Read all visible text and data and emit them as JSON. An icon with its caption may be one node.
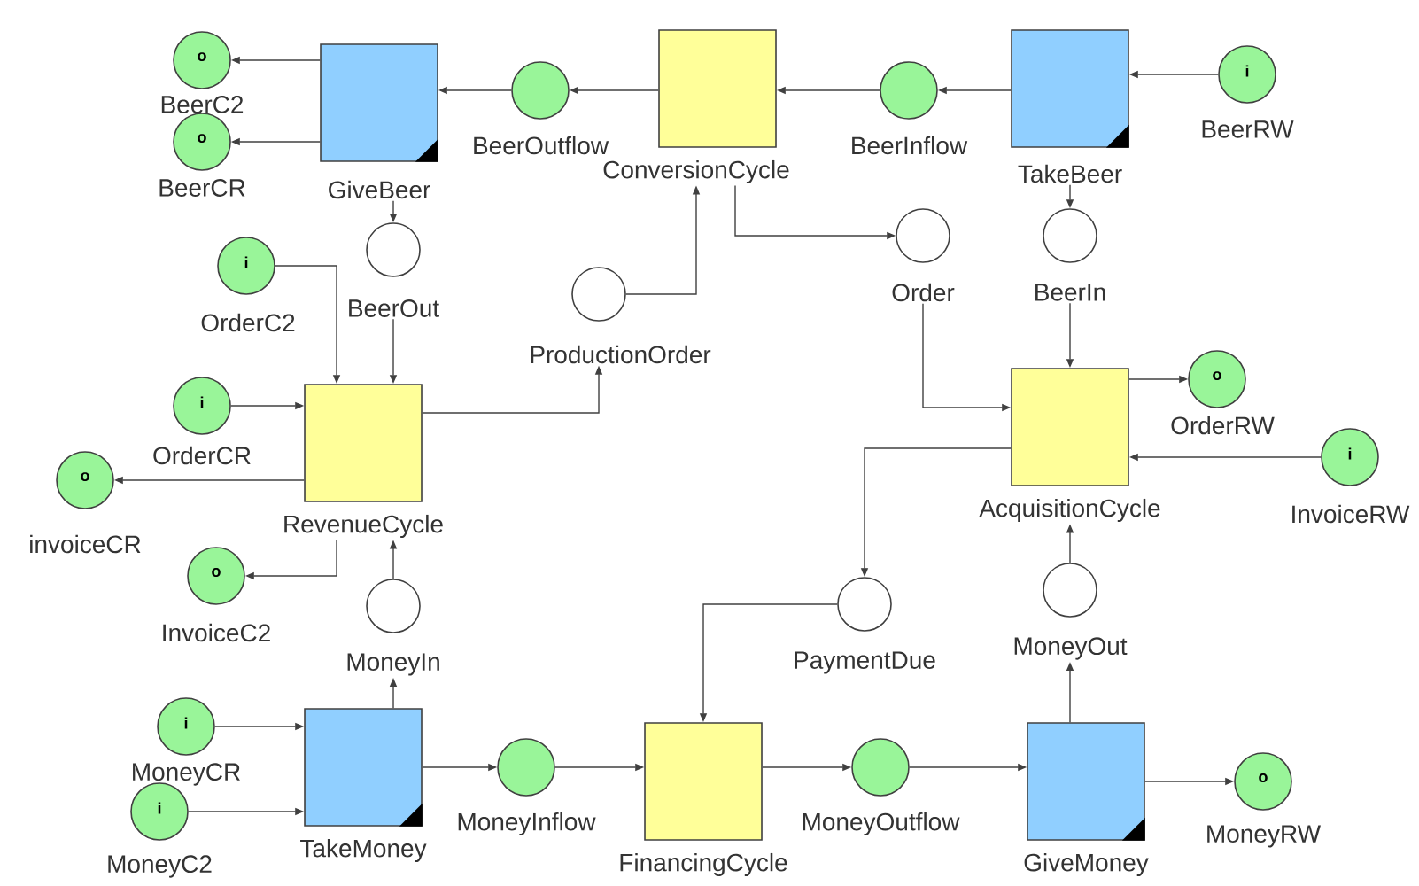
{
  "diagram": {
    "nodes": [
      {
        "text": [
          "GiveBeer"
        ]
      },
      {
        "text": [
          "BeerOutflow"
        ]
      },
      {
        "text": [
          "ConversionCycle"
        ]
      },
      {
        "text": [
          "BeerInflow"
        ]
      },
      {
        "text": [
          "TakeBeer"
        ]
      },
      {
        "text": [
          "i",
          "BeerRW"
        ]
      },
      {
        "text": [
          "o",
          "BeerC2"
        ]
      },
      {
        "text": [
          "o",
          "BeerCR"
        ]
      },
      {
        "text": [
          "BeerOut"
        ]
      },
      {
        "text": [
          "i",
          "OrderC2"
        ]
      },
      {
        "text": [
          "ProductionOrder"
        ]
      },
      {
        "text": [
          "Order"
        ]
      },
      {
        "text": [
          "BeerIn"
        ]
      },
      {
        "text": [
          "i",
          "OrderCR"
        ]
      },
      {
        "text": [
          "RevenueCycle"
        ]
      },
      {
        "text": [
          "o",
          "invoiceCR"
        ]
      },
      {
        "text": [
          "o",
          "InvoiceC2"
        ]
      },
      {
        "text": [
          "MoneyIn"
        ]
      },
      {
        "text": [
          "AcquisitionCycle"
        ]
      },
      {
        "text": [
          "o",
          "OrderRW"
        ]
      },
      {
        "text": [
          "i",
          "InvoiceRW"
        ]
      },
      {
        "text": [
          "PaymentDue"
        ]
      },
      {
        "text": [
          "MoneyOut"
        ]
      },
      {
        "text": [
          "i",
          "MoneyCR"
        ]
      },
      {
        "text": [
          "i",
          "MoneyC2"
        ]
      },
      {
        "text": [
          "TakeMoney"
        ]
      },
      {
        "text": [
          "MoneyInflow"
        ]
      },
      {
        "text": [
          "FinancingCycle"
        ]
      },
      {
        "text": [
          "MoneyOutflow"
        ]
      },
      {
        "text": [
          "GiveMoney"
        ]
      },
      {
        "text": [
          "o",
          "MoneyRW"
        ]
      }
    ],
    "edges": [
      {
        "from": 2,
        "to": 1,
        "arrow": "to"
      },
      {
        "from": 1,
        "to": 0,
        "arrow": "to"
      },
      {
        "from": 0,
        "to": 6,
        "arrow": "to"
      },
      {
        "from": 0,
        "to": 7,
        "arrow": "to"
      },
      {
        "from": 4,
        "to": 3,
        "arrow": "to"
      },
      {
        "from": 3,
        "to": 2,
        "arrow": "to"
      },
      {
        "from": 5,
        "to": 4,
        "arrow": "to"
      },
      {
        "from": 0,
        "to": 8,
        "arrow": "to"
      },
      {
        "from": 8,
        "to": 14,
        "arrow": "to"
      },
      {
        "from": 9,
        "to": 14,
        "arrow": "to"
      },
      {
        "from": 13,
        "to": 14,
        "arrow": "to"
      },
      {
        "from": 14,
        "to": 10,
        "arrow": "to"
      },
      {
        "from": 10,
        "to": 2,
        "arrow": "to"
      },
      {
        "from": 2,
        "to": 11,
        "arrow": "to"
      },
      {
        "from": 4,
        "to": 12,
        "arrow": "to"
      },
      {
        "from": 12,
        "to": 18,
        "arrow": "to"
      },
      {
        "from": 11,
        "to": 18,
        "arrow": "to"
      },
      {
        "from": 18,
        "to": 19,
        "arrow": "to"
      },
      {
        "from": 20,
        "to": 18,
        "arrow": "to"
      },
      {
        "from": 14,
        "to": 15,
        "arrow": "to"
      },
      {
        "from": 14,
        "to": 16,
        "arrow": "to"
      },
      {
        "from": 17,
        "to": 14,
        "arrow": "to"
      },
      {
        "from": 25,
        "to": 17,
        "arrow": "to"
      },
      {
        "from": 23,
        "to": 25,
        "arrow": "to"
      },
      {
        "from": 24,
        "to": 25,
        "arrow": "to"
      },
      {
        "from": 25,
        "to": 26,
        "arrow": "to"
      },
      {
        "from": 26,
        "to": 27,
        "arrow": "to"
      },
      {
        "from": 18,
        "to": 21,
        "arrow": "to"
      },
      {
        "from": 21,
        "to": 27,
        "arrow": "to"
      },
      {
        "from": 27,
        "to": 28,
        "arrow": "to"
      },
      {
        "from": 28,
        "to": 29,
        "arrow": "to"
      },
      {
        "from": 29,
        "to": 22,
        "arrow": "to"
      },
      {
        "from": 22,
        "to": 18,
        "arrow": "to"
      },
      {
        "from": 29,
        "to": 30,
        "arrow": "to"
      }
    ]
  }
}
